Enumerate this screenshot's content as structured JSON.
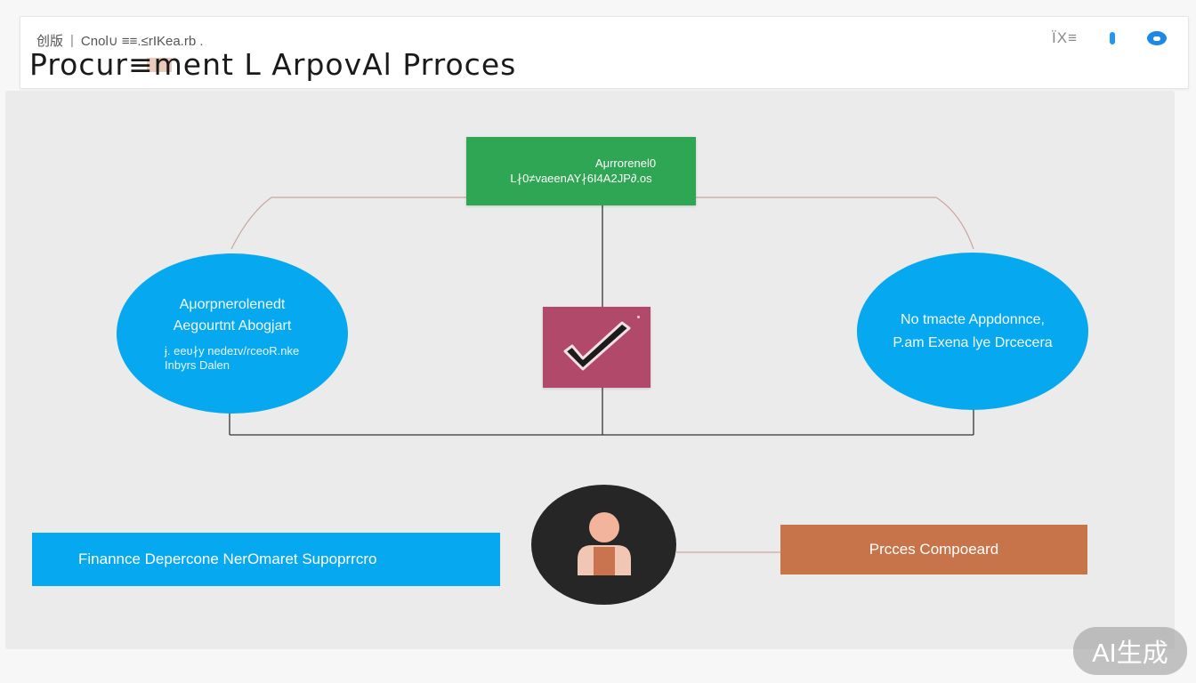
{
  "header": {
    "breadcrumb": {
      "root": "创版",
      "separator": "|",
      "path": "Cnol∪ ≡≡.≤rIKea.rb ."
    },
    "title": "Procur≡ment L ArpovAl Prroces",
    "tools": {
      "text_button": "ÏX≡"
    }
  },
  "diagram": {
    "top_node": {
      "line1": "Aμrrorenel0",
      "line2": "L∤0≠vaeenAY∤6I4A2JP∂.os"
    },
    "left_node": {
      "line1": "Aμorpnerolenedt",
      "line2": "Aegourtnt Abogjart",
      "line3": "ɉ. eeʋ∤y nedeɪv/ɾceoR.nke",
      "line4": "Inbyrs Dalen"
    },
    "right_node": {
      "line1": "No tmacte Appdonnce,",
      "line2": "P.am Exena lye Drcecera"
    },
    "bottom_left_bar": {
      "label": "Finannce Depercone NerOmaret Supoprrcro"
    },
    "bottom_right_bar": {
      "label": "Prcces Compoeard"
    },
    "icons": {
      "center": "checkmark-icon",
      "avatar": "person-icon"
    }
  },
  "watermark": {
    "label": "AI生成"
  },
  "colors": {
    "green_node": "#2ea653",
    "blue_node": "#06a8f0",
    "check_box": "#b14a6a",
    "orange_bar": "#c8744a",
    "avatar_bg": "#262626",
    "accent": "#1e88e5"
  }
}
